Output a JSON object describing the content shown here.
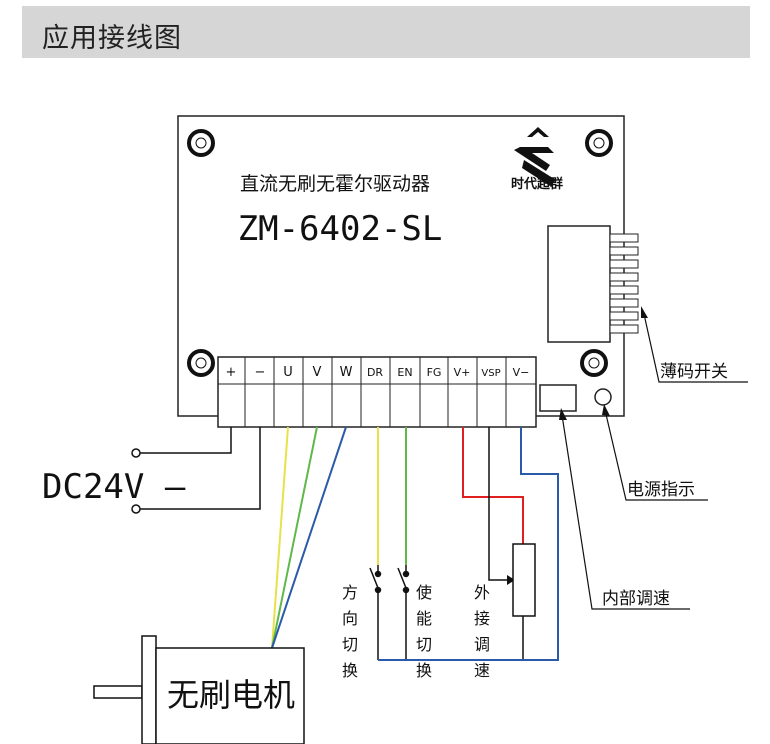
{
  "header": {
    "title": "应用接线图"
  },
  "board": {
    "title": "直流无刷无霍尔驱动器",
    "model": "ZM-6402-SL",
    "brand": "时代超群",
    "terminals": [
      "+",
      "−",
      "U",
      "V",
      "W",
      "DR",
      "EN",
      "FG",
      "V+",
      "VSP",
      "V−"
    ]
  },
  "labels": {
    "dip_switch": "薄码开关",
    "power_indicator": "电源指示",
    "internal_speed": "内部调速",
    "power_supply": "DC24V —",
    "motor": "无刷电机",
    "direction_switch": [
      "方",
      "向",
      "切",
      "换"
    ],
    "enable_switch": [
      "使",
      "能",
      "切",
      "换"
    ],
    "external_speed": [
      "外",
      "接",
      "调",
      "速"
    ]
  },
  "colors": {
    "header_bg": "#d6d6d6",
    "wire_yellow": "#e8e24a",
    "wire_green": "#5fb84a",
    "wire_blue": "#2a5aa8",
    "wire_red": "#e02020",
    "wire_black": "#111111"
  }
}
